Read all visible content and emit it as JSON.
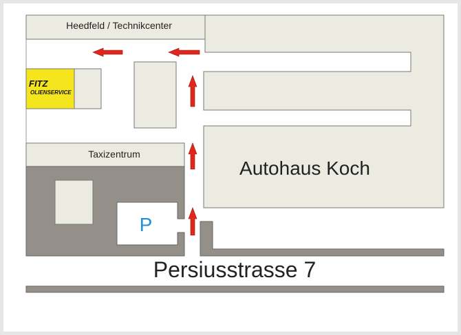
{
  "labels": {
    "heedfeld": "Heedfeld / Technikcenter",
    "taxi": "Taxizentrum",
    "autohaus": "Autohaus Koch",
    "street": "Persiusstrasse 7",
    "parking": "P",
    "fitz_logo_line1": "FITZ",
    "fitz_logo_line2": "OLIENSERVICE"
  },
  "colors": {
    "building": "#ecebe2",
    "lot": "#958f89",
    "arrow": "#e3261c",
    "fitz": "#f4e51c",
    "parking": "#1e90d6"
  }
}
